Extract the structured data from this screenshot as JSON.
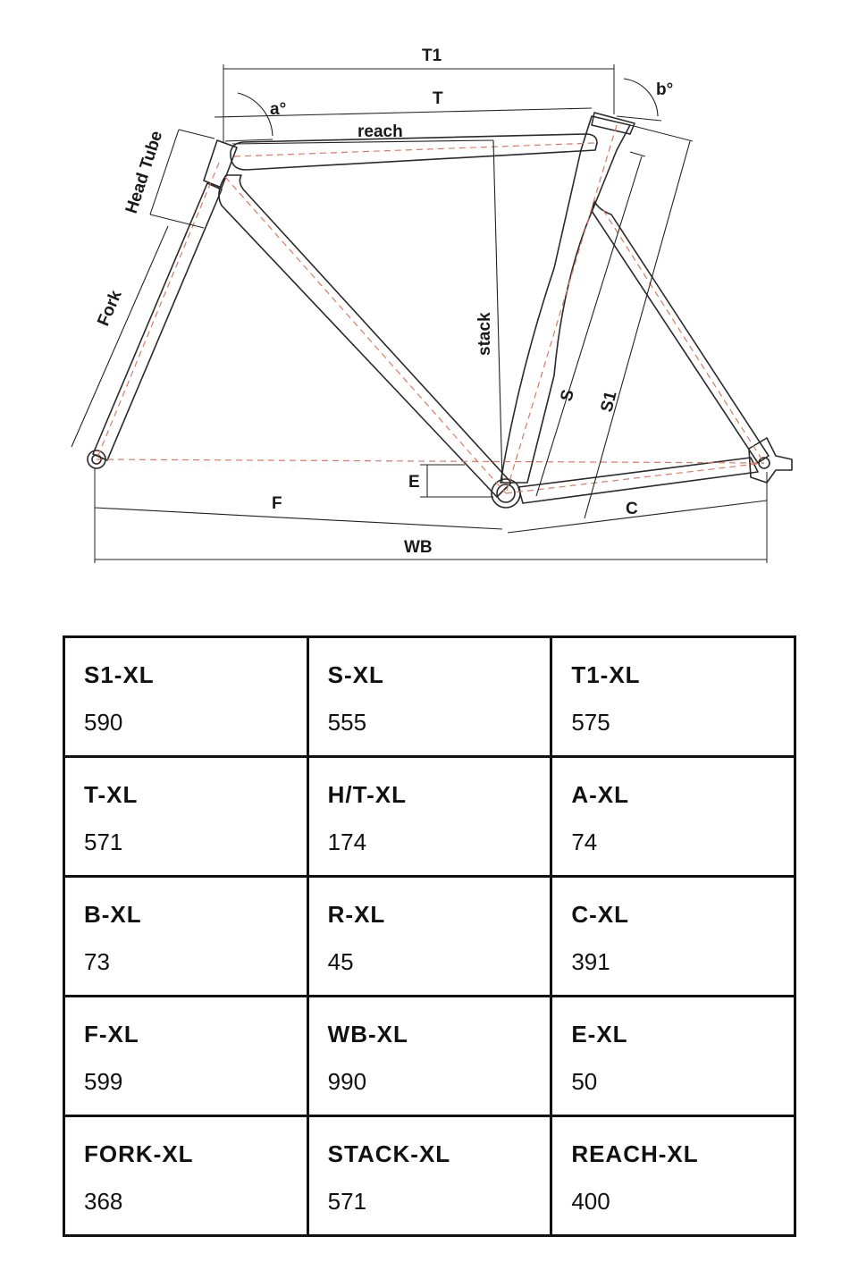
{
  "diagram": {
    "labels": {
      "t1": "T1",
      "t": "T",
      "reach": "reach",
      "a": "a°",
      "b": "b°",
      "head_tube": "Head Tube",
      "fork": "Fork",
      "stack": "stack",
      "s": "S",
      "s1": "S1",
      "e": "E",
      "f": "F",
      "c": "C",
      "wb": "WB"
    }
  },
  "table": {
    "rows": [
      [
        {
          "name": "S1-XL",
          "value": "590"
        },
        {
          "name": "S-XL",
          "value": "555"
        },
        {
          "name": "T1-XL",
          "value": "575"
        }
      ],
      [
        {
          "name": "T-XL",
          "value": "571"
        },
        {
          "name": "H/T-XL",
          "value": "174"
        },
        {
          "name": "A-XL",
          "value": "74"
        }
      ],
      [
        {
          "name": "B-XL",
          "value": "73"
        },
        {
          "name": "R-XL",
          "value": "45"
        },
        {
          "name": "C-XL",
          "value": "391"
        }
      ],
      [
        {
          "name": "F-XL",
          "value": "599"
        },
        {
          "name": "WB-XL",
          "value": "990"
        },
        {
          "name": "E-XL",
          "value": "50"
        }
      ],
      [
        {
          "name": "FORK-XL",
          "value": "368"
        },
        {
          "name": "STACK-XL",
          "value": "571"
        },
        {
          "name": "REACH-XL",
          "value": "400"
        }
      ]
    ]
  }
}
